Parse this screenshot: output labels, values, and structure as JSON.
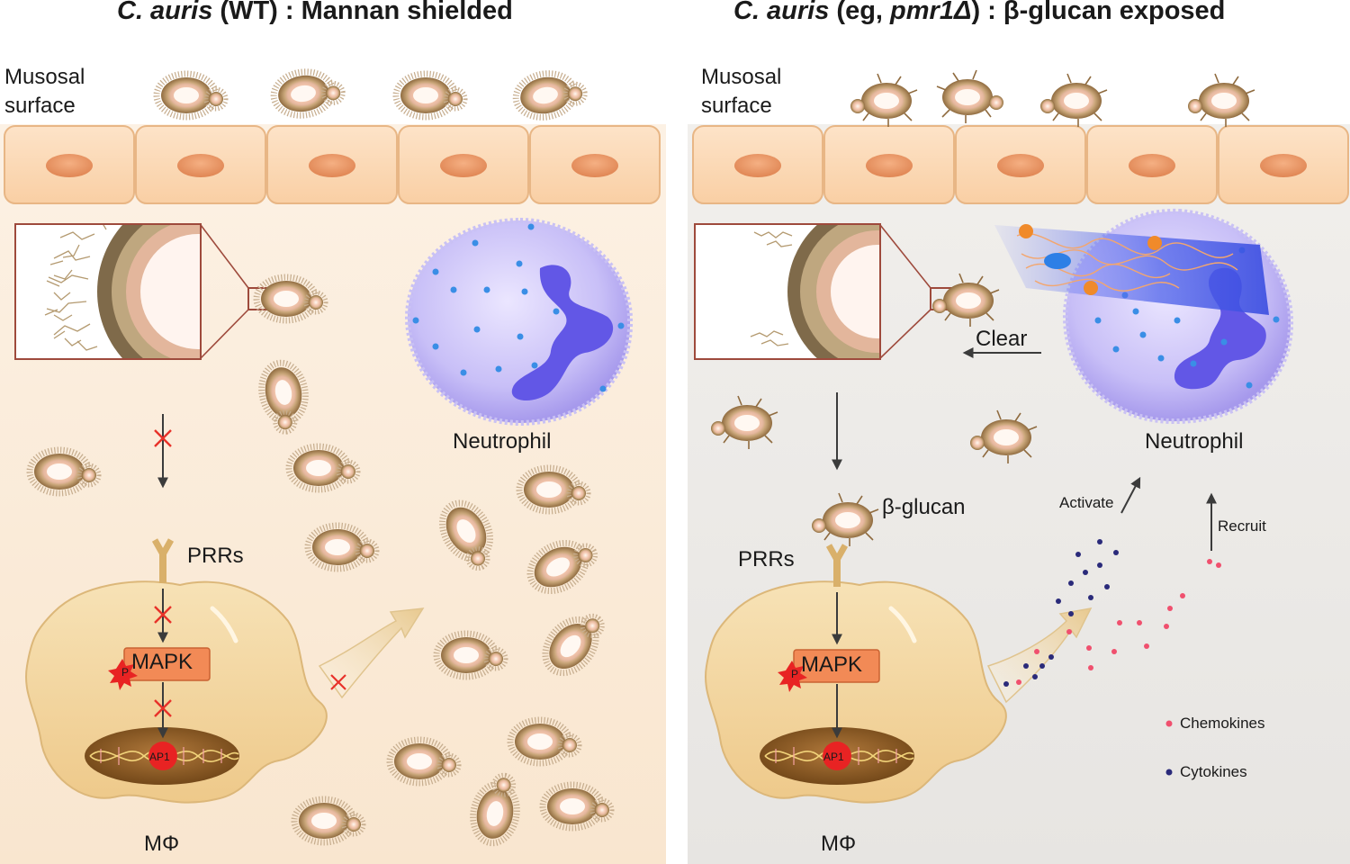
{
  "left": {
    "title_italic": "C. auris",
    "title_rest": " (WT) : Mannan shielded",
    "surface_line1": "Musosal",
    "surface_line2": "surface",
    "neutrophil": "Neutrophil",
    "prrs": "PRRs",
    "mapk": "MAPK",
    "phospho": "P",
    "ap1": "AP1",
    "macrophage": "MΦ"
  },
  "right": {
    "title_italic": "C. auris",
    "title_mid": " (eg, ",
    "title_italic2": "pmr1Δ",
    "title_rest": ") : β-glucan exposed",
    "surface_line1": "Musosal",
    "surface_line2": "surface",
    "neutrophil": "Neutrophil",
    "clear": "Clear",
    "beta_glucan": "β-glucan",
    "prrs": "PRRs",
    "mapk": "MAPK",
    "phospho": "P",
    "ap1": "AP1",
    "macrophage": "MΦ",
    "activate": "Activate",
    "recruit": "Recruit",
    "legend": [
      {
        "label": "Chemokines",
        "color": "#f0506e"
      },
      {
        "label": "Cytokines",
        "color": "#2a2a7a"
      }
    ]
  },
  "colors": {
    "left_bg": "#fbeedd",
    "right_bg": "#eeece9",
    "cell": "#fbd8b4",
    "nucleus": "#ec9a6b",
    "macrophage": "#f2d39b",
    "neutrophil": "#b8aef0",
    "mapk": "#f28a56",
    "blocked": "#e8322a"
  }
}
